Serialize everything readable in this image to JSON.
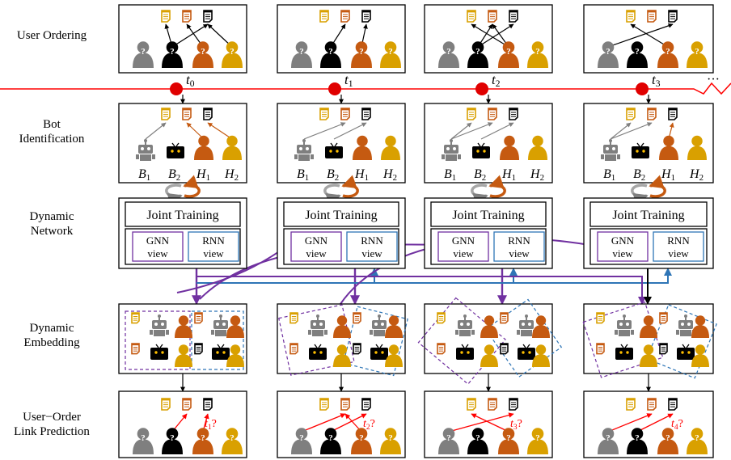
{
  "row_labels": [
    [
      "User Ordering"
    ],
    [
      "Bot",
      "Identification"
    ],
    [
      "Dynamic",
      "Network"
    ],
    [
      "Dynamic",
      "Embedding"
    ],
    [
      "User−Order",
      "Link Prediction"
    ]
  ],
  "timeline": {
    "time_labels": [
      "t0",
      "t1",
      "t2",
      "t3"
    ],
    "ellipsis": "···"
  },
  "bot_labels": [
    "B1",
    "B2",
    "H1",
    "H2"
  ],
  "joint_training_label": "Joint Training",
  "gnn_label": [
    "GNN",
    "view"
  ],
  "rnn_label": [
    "RNN",
    "view"
  ],
  "prediction_queries": [
    "t1?",
    "t2?",
    "t3?",
    "t4?"
  ],
  "colors": {
    "timeline": "#ff0000",
    "timeline_node": "#e00000",
    "user_gray": "#7f7f7f",
    "user_black": "#000000",
    "user_orange": "#c55a11",
    "user_yellow": "#d9a000",
    "gnn": "#7030a0",
    "rnn": "#2e75b6",
    "doc_yellow": "#d9a000",
    "doc_orange": "#c55a11",
    "prediction_link": "#ff0000"
  }
}
